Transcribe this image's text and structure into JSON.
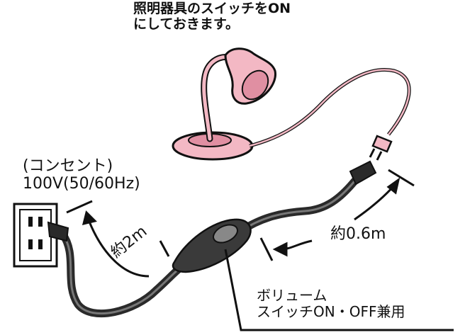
{
  "labels": {
    "instruction_line1": "照明器具のスイッチをON",
    "instruction_line2": "にしておきます。",
    "outlet_line1": "(コンセント)",
    "outlet_line2": "100V(50/60Hz)",
    "cord_long": "約2m",
    "cord_short": "約0.6m",
    "switch_line1": "ボリューム",
    "switch_line2": "スイッチON・OFF兼用"
  },
  "colors": {
    "lamp_pink": "#f3b8c4",
    "lamp_pink_dark": "#e08fa2",
    "cord": "#2a2a2a",
    "outline": "#111111"
  }
}
